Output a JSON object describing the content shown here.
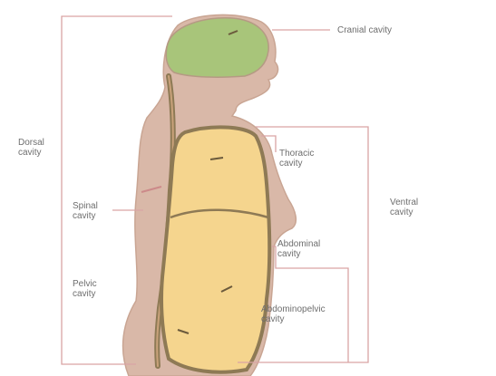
{
  "labels": {
    "cranial": "Cranial cavity",
    "dorsal": "Dorsal\ncavity",
    "spinal": "Spinal\ncavity",
    "pelvic": "Pelvic\ncavity",
    "thoracic": "Thoracic\ncavity",
    "ventral": "Ventral\ncavity",
    "abdominal": "Abdominal\ncavity",
    "abdominopelvic": "Abdominopelvic\ncavity"
  },
  "colors": {
    "body": "#d9b8a8",
    "body_outline": "#c9a593",
    "cranial_cavity": "#a8c57a",
    "ventral_cavity": "#f5d58e",
    "cavity_outline": "#8e7a55",
    "bracket_lines": "#d9a4a4",
    "label_text": "#6e6e6e"
  }
}
